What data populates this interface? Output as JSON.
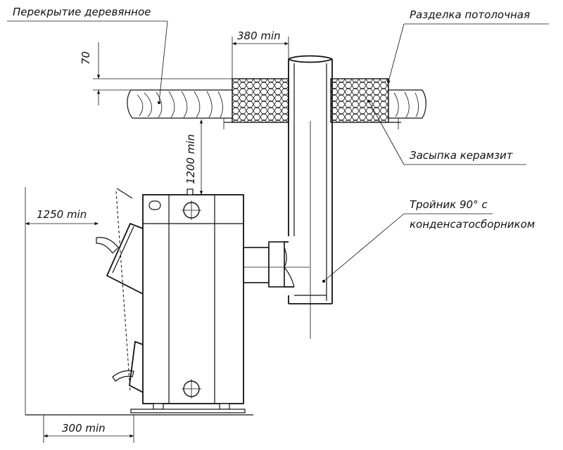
{
  "labels": {
    "wood_ceiling": "Перекрытие деревянное",
    "ceiling_cut": "Разделка потолочная",
    "expanded_clay": "Засыпка керамзит",
    "tee_line1": "Тройник 90° с",
    "tee_line2": "конденсатосборником"
  },
  "dimensions": {
    "pipe_offset": "380 min",
    "ceiling_thickness": "70",
    "ceiling_clearance": "1200 min",
    "front_clearance": "1250 min",
    "back_clearance": "300 min"
  },
  "colors": {
    "stroke": "#111111",
    "background": "#ffffff"
  }
}
